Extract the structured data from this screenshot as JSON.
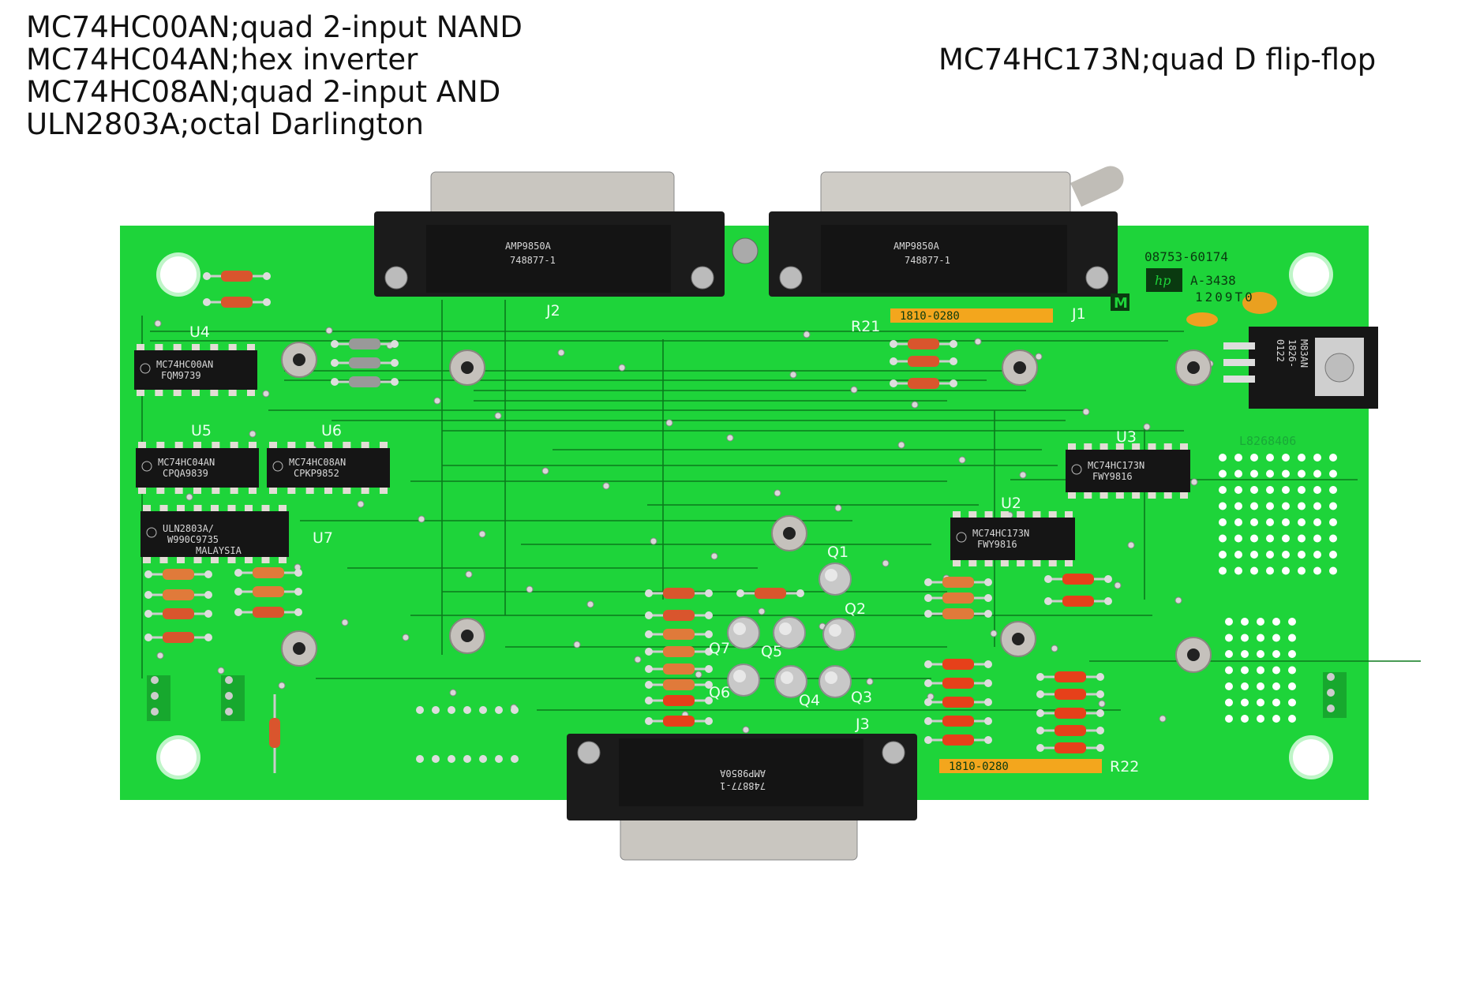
{
  "annotations": {
    "left": [
      "MC74HC00AN;quad 2-input NAND",
      "MC74HC04AN;hex inverter",
      "MC74HC08AN;quad 2-input AND",
      "ULN2803A;octal Darlington"
    ],
    "right": "MC74HC173N;quad D flip-flop"
  },
  "board": {
    "part_number": "08753-60174",
    "assembly": "A-3438",
    "date_code": "1209T0",
    "logo": "hp",
    "maker_mark": "M",
    "serial": "L8268406",
    "colors": {
      "pcb": "#1ed43a",
      "trace": "#0b7a1c",
      "silkscreen": "#eafff0"
    }
  },
  "chips": [
    {
      "ref": "U4",
      "part": "MC74HC00AN",
      "code": "FQM9739"
    },
    {
      "ref": "U5",
      "part": "MC74HC04AN",
      "code": "CPQA9839"
    },
    {
      "ref": "U6",
      "part": "MC74HC08AN",
      "code": "CPKP9852"
    },
    {
      "ref": "U7",
      "part": "ULN2803A/",
      "code": "W990C9735",
      "origin": "MALAYSIA"
    },
    {
      "ref": "U3",
      "part": "MC74HC173N",
      "code": "FWY9816"
    },
    {
      "ref": "U2",
      "part": "MC74HC173N",
      "code": "FWY9816"
    }
  ],
  "regulator": {
    "line1": "M83AN",
    "line2": "1826-",
    "line3": "0122"
  },
  "connectors": [
    {
      "ref": "J2",
      "line1": "AMP9850A",
      "line2": "748877-1"
    },
    {
      "ref": "J1",
      "line1": "AMP9850A",
      "line2": "748877-1"
    },
    {
      "ref": "J3",
      "line1": "AMP9850A",
      "line2": "748877-1"
    }
  ],
  "resistor_networks": [
    {
      "ref": "R21",
      "part": "1810-0280"
    },
    {
      "ref": "R22",
      "part": "1810-0280"
    }
  ],
  "transistors": [
    "Q1",
    "Q2",
    "Q3",
    "Q4",
    "Q5",
    "Q6",
    "Q7"
  ]
}
